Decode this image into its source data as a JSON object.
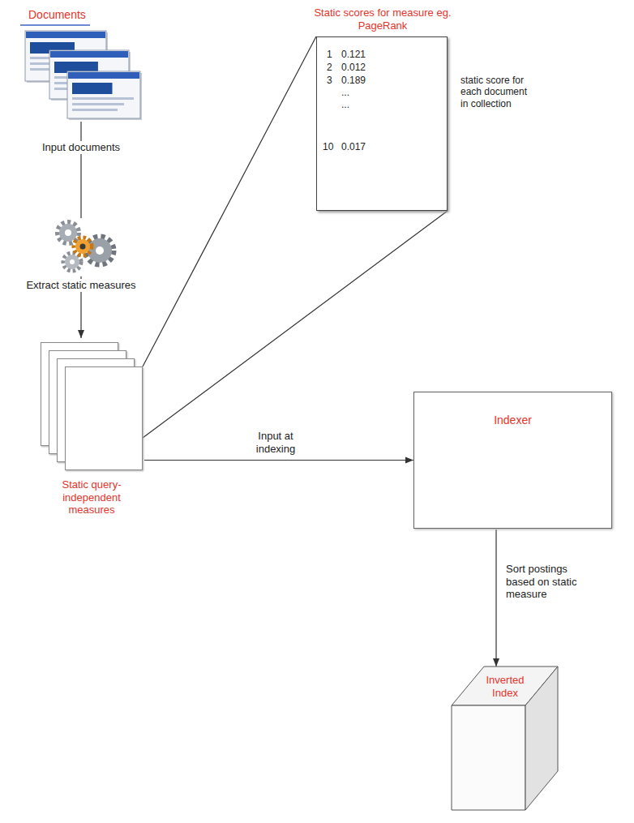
{
  "diagram": {
    "nodes": [
      {
        "text": [
          "Documents"
        ]
      },
      {
        "text": [
          "Static query-independent measures"
        ]
      },
      {
        "text": [
          "Static scores for measure eg. PageRank",
          "1",
          "0.121",
          "2",
          "0.012",
          "3",
          "0.189",
          "...",
          "...",
          "10",
          "0.017"
        ]
      },
      {
        "text": [
          "Indexer"
        ]
      },
      {
        "text": [
          "Inverted Index"
        ]
      }
    ],
    "edges": [
      {
        "from": 0,
        "to": 1,
        "arrow": "to",
        "label": "Input documents"
      },
      {
        "from": 1,
        "to": 2,
        "arrow": "none"
      },
      {
        "from": 1,
        "to": 3,
        "arrow": "to",
        "label": "Input at indexing"
      },
      {
        "from": 3,
        "to": 4,
        "arrow": "to",
        "label": "Sort postings based on static measure"
      }
    ],
    "labels": [
      "Extract static measures",
      "static score for each document in collection"
    ]
  }
}
